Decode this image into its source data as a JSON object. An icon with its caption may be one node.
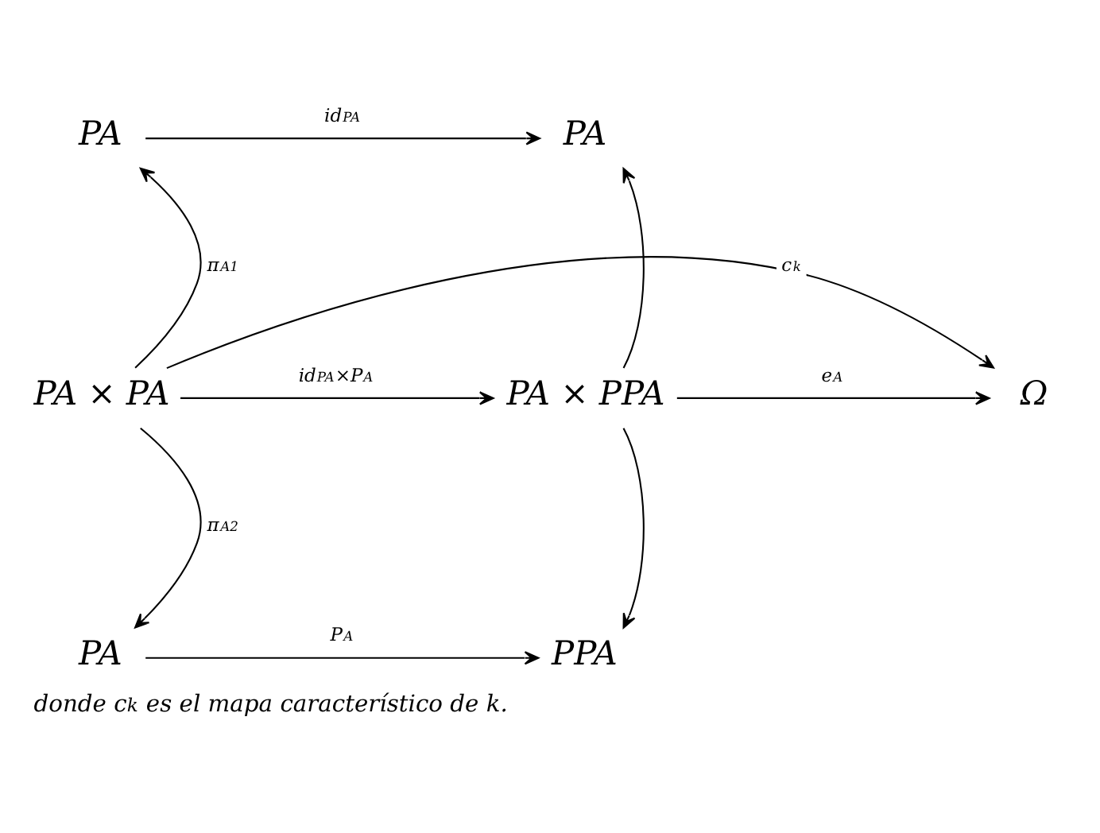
{
  "diagram": {
    "caption": "donde c$_{k}$ es el mapa característico de k.",
    "nodes": [
      {
        "text": [
          "PA"
        ]
      },
      {
        "text": [
          "PA"
        ]
      },
      {
        "text": [
          "PA × PA"
        ]
      },
      {
        "text": [
          "PA × PPA"
        ]
      },
      {
        "text": [
          "Ω"
        ]
      },
      {
        "text": [
          "PA"
        ]
      },
      {
        "text": [
          "PPA"
        ]
      }
    ],
    "edges": [
      {
        "from": 0,
        "to": 1,
        "arrow": "to",
        "label": "id$_{PA}$"
      },
      {
        "from": 2,
        "to": 0,
        "arrow": "to",
        "label": "π$_{A1}$"
      },
      {
        "from": 3,
        "to": 1,
        "arrow": "to"
      },
      {
        "from": 2,
        "to": 3,
        "arrow": "to",
        "label": "id$_{PA}$×P$_{A}$"
      },
      {
        "from": 3,
        "to": 4,
        "arrow": "to",
        "label": "e$_{A}$"
      },
      {
        "from": 2,
        "to": 4,
        "arrow": "to",
        "label": "c$_{k}$"
      },
      {
        "from": 2,
        "to": 5,
        "arrow": "to",
        "label": "π$_{A2}$"
      },
      {
        "from": 3,
        "to": 6,
        "arrow": "to"
      },
      {
        "from": 5,
        "to": 6,
        "arrow": "to",
        "label": "P$_{A}$"
      }
    ]
  }
}
